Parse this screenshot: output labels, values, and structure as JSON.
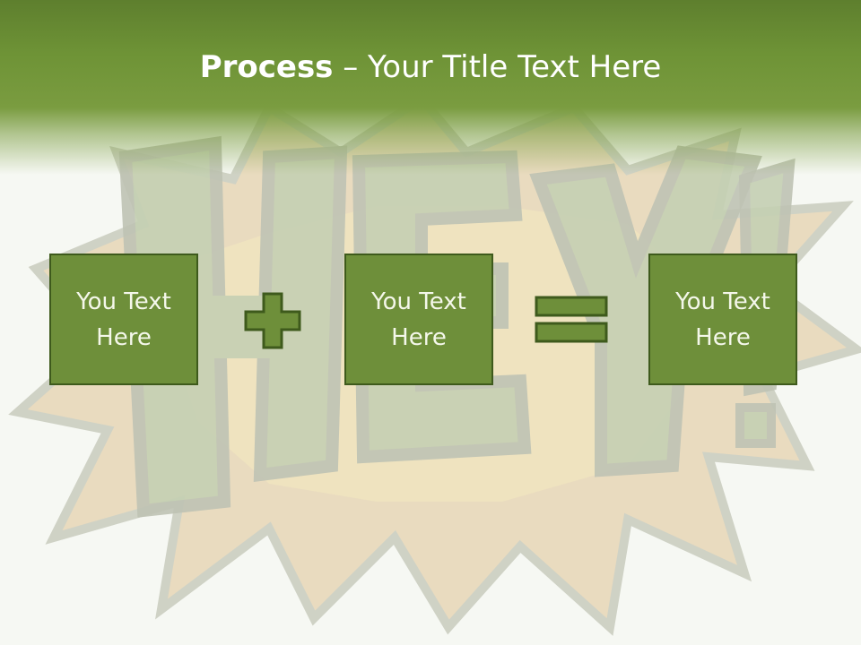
{
  "title": {
    "bold": "Process",
    "rest": " – Your Title Text Here"
  },
  "boxes": [
    {
      "label": "You Text Here"
    },
    {
      "label": "You Text Here"
    },
    {
      "label": "You Text Here"
    }
  ],
  "colors": {
    "header": "#6e9336",
    "box_fill": "#6e8f3a",
    "box_border": "#3e5a1c",
    "text": "#ffffff"
  },
  "icons": [
    "plus-icon",
    "equals-icon"
  ]
}
